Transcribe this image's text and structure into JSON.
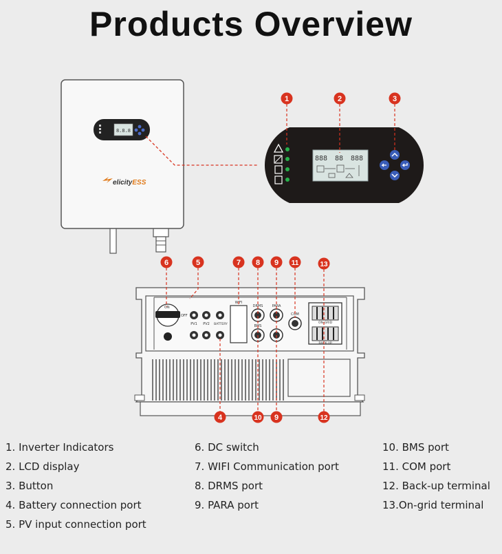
{
  "title": "Products Overview",
  "brand": {
    "logo_text": "FelicityESS"
  },
  "lcd": {
    "left_digits": "888",
    "center_digits": "88",
    "right_digits": "888"
  },
  "ports": {
    "wifi": "WIFI",
    "drms": "DRMS",
    "para": "PARA",
    "bms": "BMS",
    "com": "COM",
    "pv1": "PV1",
    "pv2": "PV2",
    "battery": "BATTERY",
    "off": "OFF",
    "on": "ON",
    "on_grid": "ON-GRID",
    "back_up": "BACK-UP"
  },
  "callouts": [
    "1",
    "2",
    "3",
    "6",
    "5",
    "7",
    "8",
    "9",
    "11",
    "13",
    "4",
    "10",
    "9",
    "12"
  ],
  "legend": {
    "col1": [
      "1. Inverter Indicators",
      "2. LCD display",
      "3. Button",
      "4. Battery connection port",
      "5. PV input connection port"
    ],
    "col2": [
      "6. DC switch",
      "7. WIFI Communication port",
      "8. DRMS port",
      "9. PARA port"
    ],
    "col3": [
      "10. BMS port",
      "11. COM port",
      "12. Back-up terminal",
      "13.On-grid terminal"
    ]
  },
  "colors": {
    "callout": "#d8331f",
    "panel": "#1e1a19",
    "led": "#27b04b",
    "button": "#3a5db8",
    "lcd": "#d9e4e1"
  }
}
